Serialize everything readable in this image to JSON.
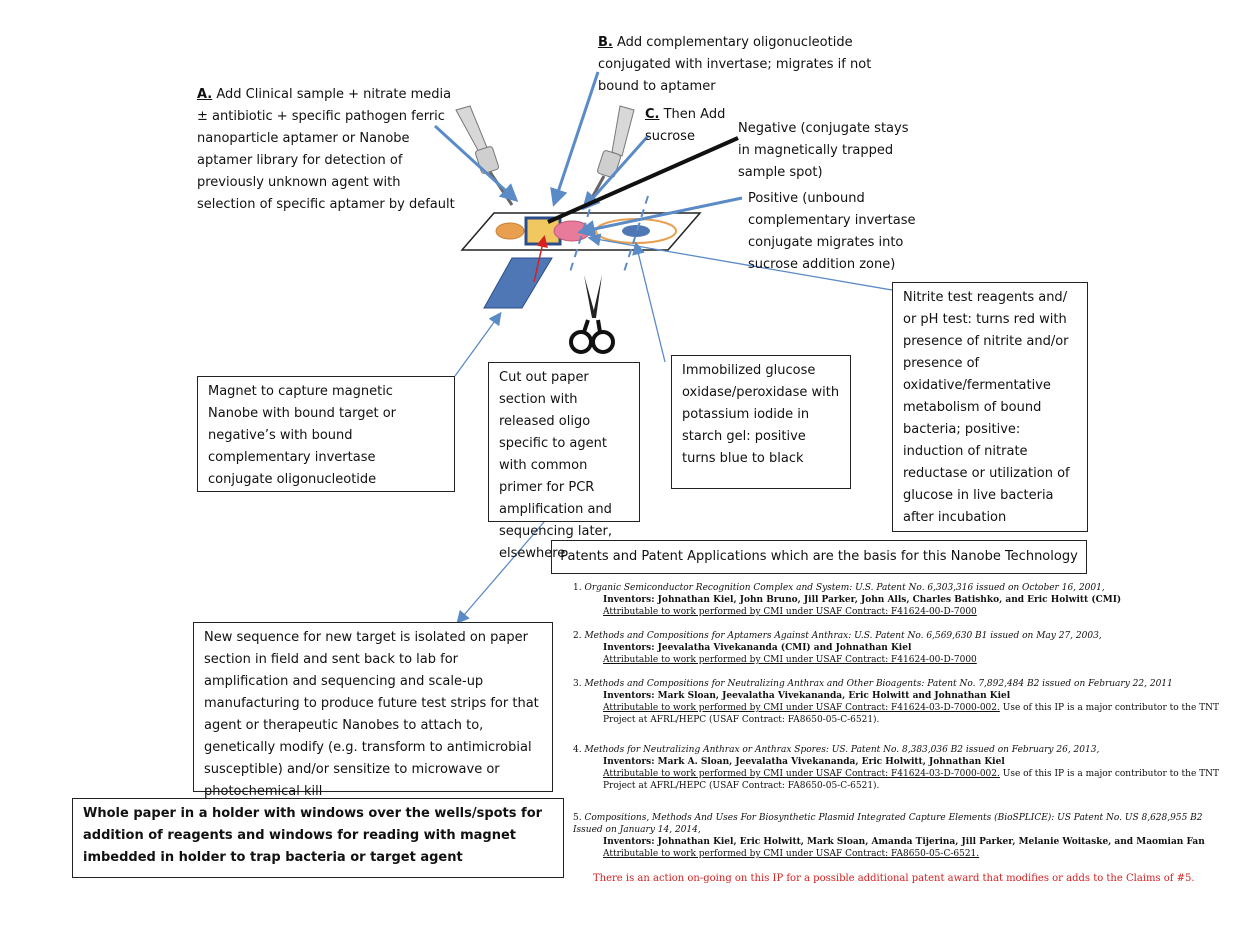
{
  "label_a": {
    "prefix": "A.",
    "text": " Add Clinical sample + nitrate media ± antibiotic + specific pathogen ferric nanoparticle aptamer or Nanobe aptamer library for detection of previously unknown agent with selection of specific aptamer by default"
  },
  "label_b": {
    "prefix": "B.",
    "text": " Add complementary oligonucleotide conjugated with invertase; migrates if not bound to aptamer"
  },
  "label_c": {
    "prefix": "C.",
    "text": " Then Add sucrose"
  },
  "label_negative": "Negative (conjugate stays in magnetically trapped sample spot)",
  "label_positive": "Positive (unbound complementary invertase conjugate migrates into sucrose addition zone)",
  "box_magnet": "Magnet to capture magnetic Nanobe with bound target or negative’s with bound complementary invertase conjugate oligonucleotide",
  "box_cut": "Cut out paper section with released oligo specific to agent with common primer for PCR amplification and sequencing later, elsewhere",
  "box_glucose": "Immobilized glucose oxidase/peroxidase with potassium iodide in starch gel:  positive turns blue to black",
  "box_nitrite": "Nitrite test reagents and/ or pH test: turns red with presence of nitrite and/or presence of oxidative/fermentative metabolism of bound bacteria; positive: induction of nitrate reductase or utilization of glucose in live bacteria after incubation",
  "box_sequence": "New sequence for new target is isolated on paper section in field and sent back to lab for amplification and sequencing and scale-up manufacturing to produce future test strips for that agent or therapeutic Nanobes to attach to, genetically modify (e.g. transform to antimicrobial susceptible) and/or sensitize to microwave or photochemical kill",
  "box_holder": "Whole paper in a holder with windows over the wells/spots for addition of reagents and windows for reading with magnet imbedded in holder to trap bacteria or target agent",
  "patents_title": "Patents and Patent Applications which are the basis for this Nanobe Technology",
  "patents": [
    {
      "num": "1.",
      "title": "Organic Semiconductor Recognition Complex and System: U.S. Patent No. 6,303,316 issued on October 16, 2001,",
      "inventors": "Inventors: Johnathan Kiel, John Bruno, Jill Parker, John Alls, Charles Batishko, and Eric Holwitt (CMI)",
      "attr": "Attributable to work performed by CMI under USAF Contract: F41624-00-D-7000",
      "extra": ""
    },
    {
      "num": "2.",
      "title": "Methods and Compositions for Aptamers Against Anthrax:  U.S. Patent No. 6,569,630 B1 issued on May 27, 2003,",
      "inventors": "Inventors: Jeevalatha Vivekananda (CMI) and Johnathan Kiel",
      "attr": "Attributable to work performed by CMI under USAF Contract: F41624-00-D-7000",
      "extra": ""
    },
    {
      "num": "3.",
      "title": "Methods and Compositions for Neutralizing Anthrax and Other Bioagents:  Patent No. 7,892,484 B2 issued on February 22, 2011",
      "inventors": "Inventors: Mark Sloan, Jeevalatha Vivekananda, Eric Holwitt and Johnathan Kiel",
      "attr": "Attributable to work performed by CMI under USAF Contract: F41624-03-D-7000-002.",
      "extra": "Use of this IP is a major contributor to the TNT Project at AFRL/HEPC (USAF Contract: FA8650-05-C-6521)."
    },
    {
      "num": "4.",
      "title": "Methods for Neutralizing Anthrax or Anthrax Spores:  US. Patent No. 8,383,036 B2 issued on February 26, 2013,",
      "inventors": "Inventors: Mark A. Sloan, Jeevalatha Vivekananda, Eric Holwitt, Johnathan Kiel",
      "attr": "Attributable to work performed by CMI under USAF Contract: F41624-03-D-7000-002.",
      "extra": "Use of this IP is a major contributor to the TNT Project at AFRL/HEPC (USAF Contract: FA8650-05-C-6521)."
    },
    {
      "num": "5.",
      "title": "Compositions, Methods And Uses For Biosynthetic Plasmid Integrated Capture Elements (BioSPLICE):   US Patent No. US 8,628,955 B2 Issued on January 14, 2014,",
      "inventors": "Inventors: Johnathan Kiel, Eric Holwitt, Mark Sloan, Amanda Tijerina, Jill Parker, Melanie Woitaske, and Maomian Fan",
      "attr": "Attributable to work performed by CMI under USAF Contract: FA8650-05-C-6521.",
      "extra": ""
    }
  ],
  "note_red": "There is an action on-going on this IP for a possible additional patent award that modifies or adds to the Claims of #5.",
  "colors": {
    "arrow_blue": "#5b8bc7",
    "magnet_blue": "#4f77b5",
    "spot_orange": "#e8a050",
    "spot_pink": "#e87a9a",
    "red_arrow": "#d42020",
    "note_red": "#d42020"
  }
}
